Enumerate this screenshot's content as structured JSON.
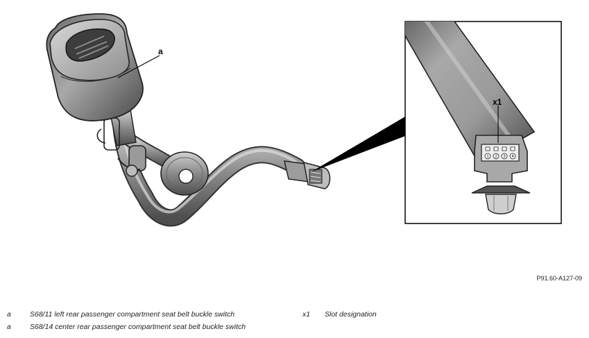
{
  "figure_id": "P91.60-A127-09",
  "callouts": {
    "buckle": "a",
    "connector": "x1"
  },
  "connector_pins": [
    "1",
    "2",
    "3",
    "4"
  ],
  "legend": [
    {
      "key": "a",
      "text": "S68/11 left rear passenger compartment seat belt buckle switch"
    },
    {
      "key": "a",
      "text": "S68/14 center rear passenger compartment seat belt buckle switch"
    },
    {
      "key": "x1",
      "text": "Slot designation"
    }
  ],
  "colors": {
    "part_dark": "#555555",
    "part_mid": "#8a8a8a",
    "part_light": "#c4c4c4",
    "outline": "#222222"
  }
}
